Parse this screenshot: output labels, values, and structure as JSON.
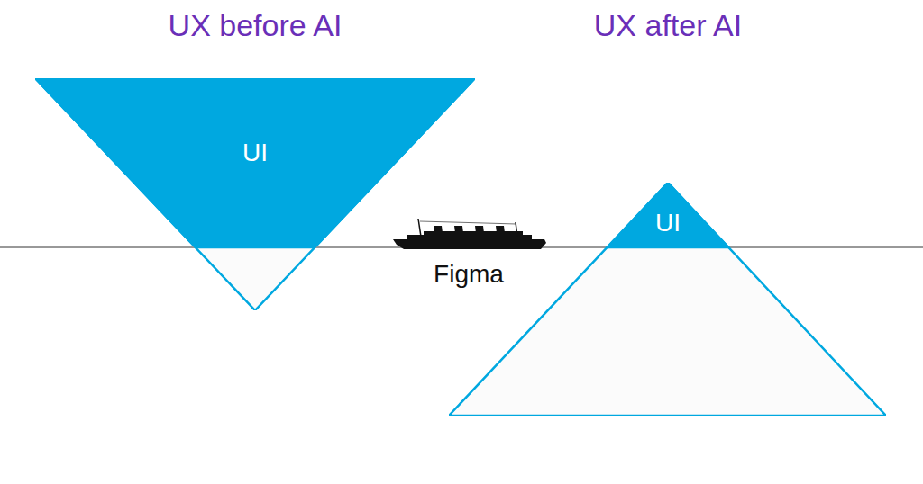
{
  "diagram": {
    "nodes": [
      {
        "text": [
          "UI"
        ]
      },
      {
        "text": [
          "UI"
        ]
      }
    ],
    "labels": [
      "UX before AI",
      "UX after AI",
      "Figma"
    ]
  }
}
